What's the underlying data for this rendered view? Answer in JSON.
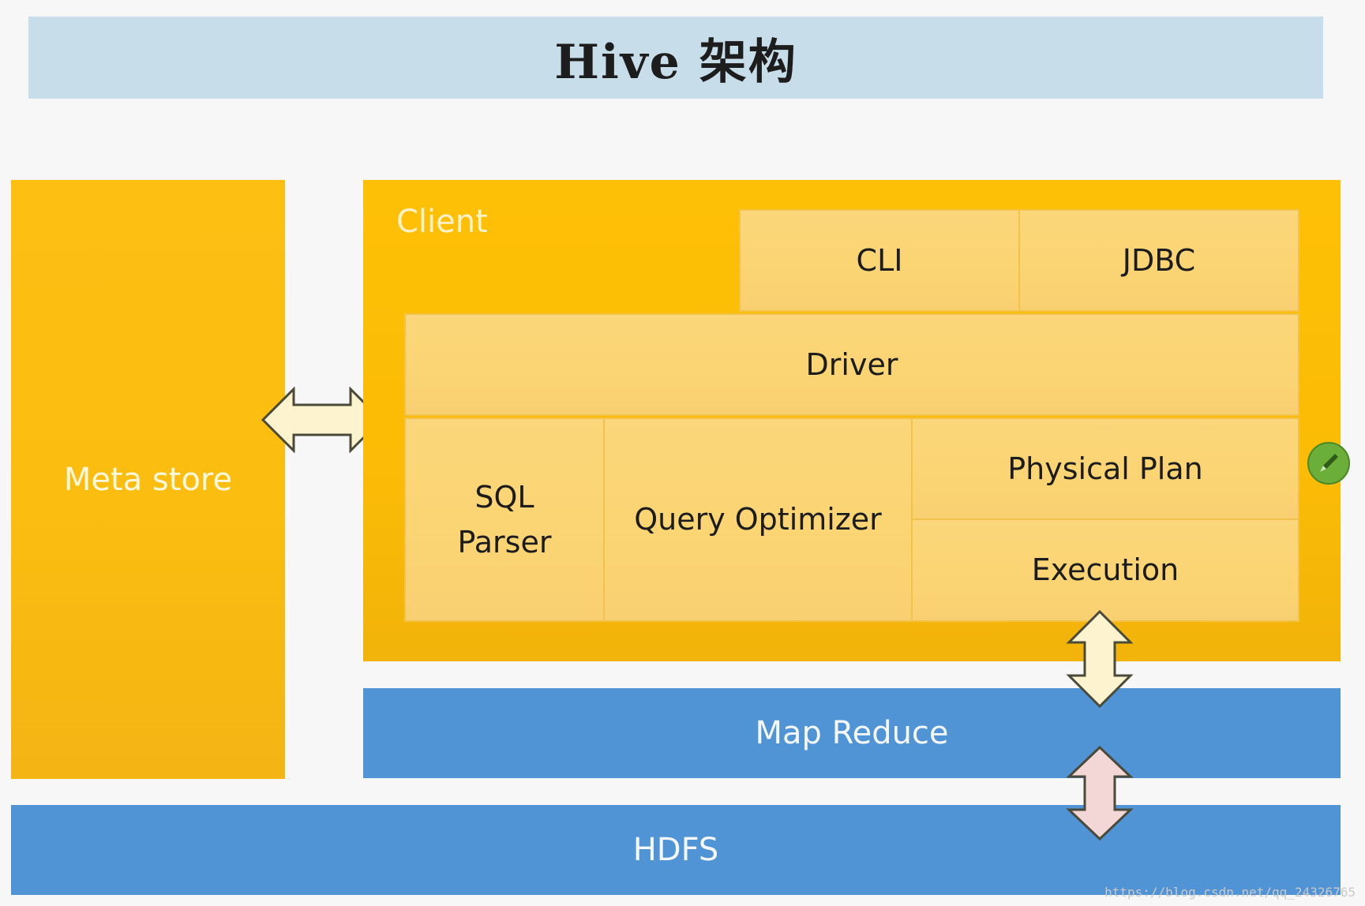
{
  "title": "Hive 架构",
  "meta_store": "Meta store",
  "client": {
    "label": "Client",
    "cli": "CLI",
    "jdbc": "JDBC",
    "driver": "Driver",
    "sql_parser_line1": "SQL",
    "sql_parser_line2": "Parser",
    "query_optimizer": "Query Optimizer",
    "physical_plan": "Physical Plan",
    "execution": "Execution"
  },
  "map_reduce": "Map Reduce",
  "hdfs": "HDFS",
  "watermark_url": "https://blog.csdn.net/qq_24326765",
  "colors": {
    "yellow": "#fdbf12",
    "cell": "#fbd574",
    "blue": "#5094d5",
    "arrow_cream": "#fdf4cf",
    "arrow_pink": "#f3d6d6"
  },
  "icons": [
    "double-arrow-horizontal-icon",
    "double-arrow-vertical-icon",
    "pen-icon"
  ]
}
